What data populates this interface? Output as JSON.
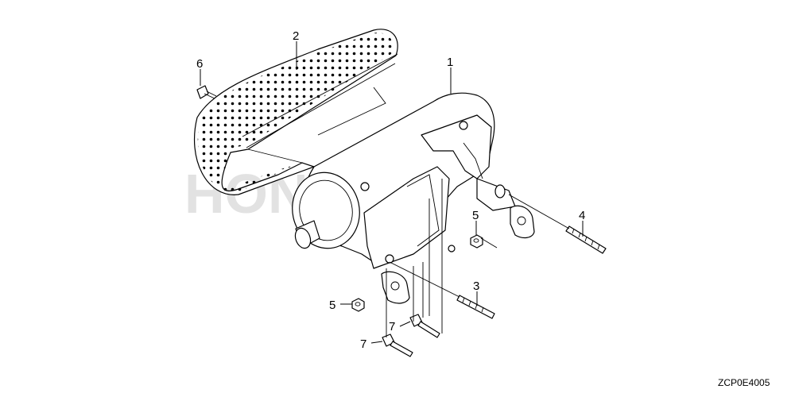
{
  "callouts": [
    "1",
    "2",
    "3",
    "4",
    "5",
    "5",
    "6",
    "7",
    "7"
  ],
  "diagram_code": "ZCP0E4005",
  "watermark": "HONDA"
}
